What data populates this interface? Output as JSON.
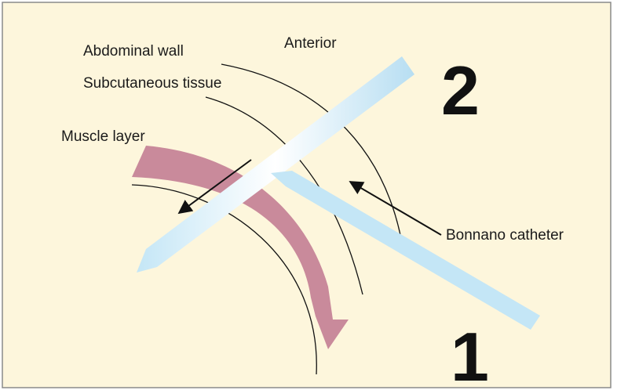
{
  "colors": {
    "background": "#fdf6dc",
    "border": "#8a8a8a",
    "muscle": "#c98a9b",
    "catheter": "#c4e6f6",
    "line": "#111111"
  },
  "labels": {
    "anterior": "Anterior",
    "abdominal_wall": "Abdominal wall",
    "subcutaneous_tissue": "Subcutaneous tissue",
    "muscle_layer": "Muscle layer",
    "bonnano_catheter": "Bonnano catheter",
    "position_1": "1",
    "position_2": "2"
  },
  "icons": {
    "arrow_to_catheter": "arrow-icon",
    "arrow_through_wall": "arrow-icon"
  }
}
